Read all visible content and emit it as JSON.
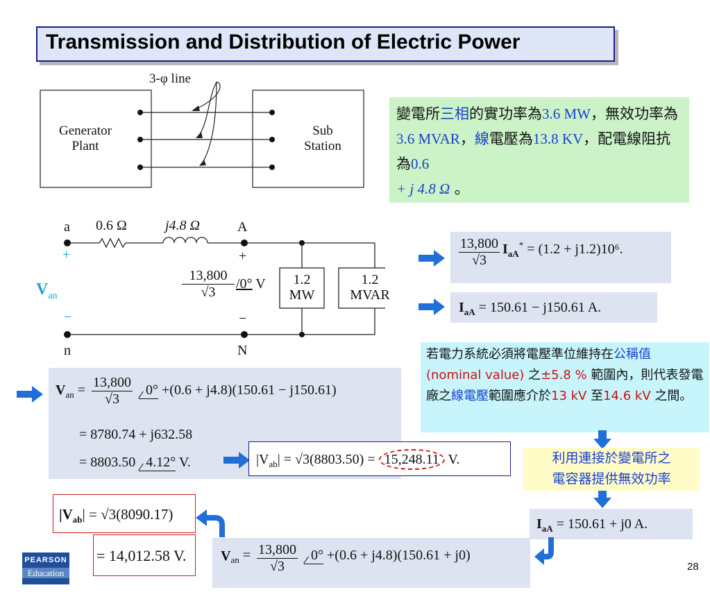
{
  "title": "Transmission and Distribution of Electric Power",
  "page_number": "28",
  "top_diagram": {
    "generator_label": "Generator\nPlant",
    "generator_line1": "Generator",
    "generator_line2": "Plant",
    "sub_line1": "Sub",
    "sub_line2": "Station",
    "line_label": "3-φ line"
  },
  "green_box": {
    "p1": "變電所",
    "p2": "三相",
    "p3": "的實功率為",
    "p4": "3.6 MW",
    "p5": "，",
    "p6": "無效功率為",
    "p7": "3.6 MVAR",
    "p8": "，",
    "p9": "線",
    "p10": "電壓",
    "p11": "為",
    "p12": "13.8 KV",
    "p13": "，配電線阻抗為",
    "p14": "0.6",
    "p15": "+ j 4.8 Ω",
    "p16": " 。"
  },
  "circuit": {
    "node_a": "a",
    "node_n": "n",
    "node_A": "A",
    "node_N": "N",
    "resistance": "0.6 Ω",
    "reactance": "j4.8 Ω",
    "plus_left": "+",
    "minus_left": "−",
    "plus_right": "+",
    "minus_right": "−",
    "van": "V",
    "van_sub": "an",
    "source_num": "13,800",
    "source_den": "√3",
    "source_angle": "/0°",
    "source_unit": "V",
    "load1_line1": "1.2",
    "load1_line2": "MW",
    "load2_line1": "1.2",
    "load2_line2": "MVAR"
  },
  "eq1": {
    "num": "13,800",
    "den": "√3",
    "rhs": " = (1.2 + j1.2)10⁶."
  },
  "eq2": {
    "text": "= 150.61 − j150.61 A."
  },
  "cyan_box": {
    "t1": "若電力系統必須將電壓準位維持在",
    "t2": "公稱值",
    "t3": "(nominal value)",
    "t4": " 之",
    "t5": "±5.8 %",
    "t6": " 範圍內，則代表發電廠之",
    "t7": "線電壓",
    "t8": "範圍應介於",
    "t9": "13 kV",
    "t10": " 至",
    "t11": "14.6 kV",
    "t12": " 之間。"
  },
  "van_eq": {
    "num": "13,800",
    "den": "√3",
    "angle": "0°",
    "rest": "+(0.6 + j4.8)(150.61 − j150.61)",
    "line2": "= 8780.74 + j632.58",
    "line3a": "= 8803.50",
    "line3b": "4.12°",
    "line3c": " V."
  },
  "vab_eq": {
    "lhs": "|V",
    "sub": "ab",
    "mid": "| = √3(8803.50) = ",
    "result": "15,248.11",
    "unit": " V."
  },
  "yellow_box": {
    "line1": "利用連接於變電所之",
    "line2": "電容器提供無效功率"
  },
  "eq3": {
    "text": "= 150.61 + j0 A."
  },
  "bottom_van": {
    "num": "13,800",
    "den": "√3",
    "angle": "0°",
    "rest": "+(0.6 + j4.8)(150.61 + j0)"
  },
  "bottom_vab": {
    "line1": "| = √3(8090.17)",
    "line2": "= 14,012.58 V."
  },
  "logo": {
    "line1": "PEARSON",
    "line2": "Education"
  },
  "colors": {
    "title_bg": "#dfe6f7",
    "green_bg": "#ccf2c8",
    "eq_bg": "#dde3f0",
    "cyan_bg": "#c7f5fb",
    "yellow_bg": "#fffcc8",
    "arrow_blue": "#1f6fd6"
  }
}
